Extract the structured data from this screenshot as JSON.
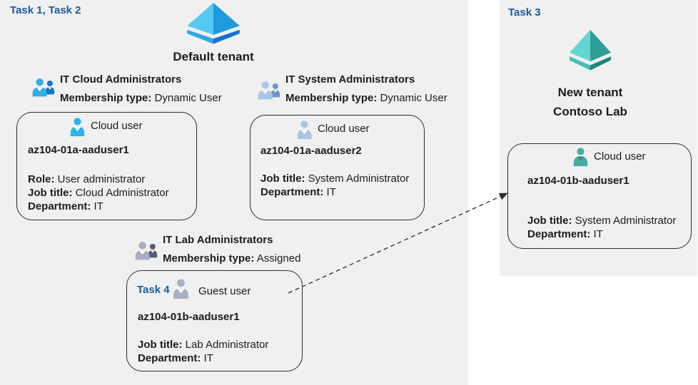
{
  "colors": {
    "task_label_blue": "#1a5b9c",
    "text": "#1c1c1c",
    "panel_bg": "#f0f0f0",
    "outline": "#2b2b2b",
    "tenant_blue_left": "#54c9f2",
    "tenant_blue_right": "#1f9add",
    "tenant_blue_base_left": "#2fa7e6",
    "tenant_blue_base_right": "#1273cf",
    "tenant_teal_left": "#63d7cf",
    "tenant_teal_right": "#2f9e96",
    "tenant_teal_base_left": "#45bfb5",
    "tenant_teal_base_right": "#1f857c",
    "user_cloud_blue": "#29b5e8",
    "user_steel_blue": "#a9c6e8",
    "user_guest_gray": "#a9aec4",
    "user_teal": "#4aaaa4",
    "user_teal_collar": "#368f89",
    "collar_white": "#ffffff",
    "group_cloud_main": "#35ace2",
    "group_cloud_small": "#1874c6",
    "group_system_main": "#a9c6e8",
    "group_system_small": "#6a94cd",
    "group_lab_main": "#a7abc3",
    "group_lab_small": "#565b77"
  },
  "icons": {
    "tenant": "azure-ad-pyramid",
    "user": "person-silhouette",
    "group": "two-person-group"
  },
  "left_panel": {
    "task_label": "Task 1, Task 2",
    "tenant_name": "Default tenant",
    "groups": [
      {
        "name": "IT Cloud Administrators",
        "membership_label": "Membership type:",
        "membership_value": " Dynamic User"
      },
      {
        "name": "IT System Administrators",
        "membership_label": "Membership type:",
        "membership_value": " Dynamic User"
      },
      {
        "name": "IT Lab Administrators",
        "membership_label": "Membership type:",
        "membership_value": " Assigned"
      }
    ],
    "cards": [
      {
        "user_type": "Cloud user",
        "name": "az104-01a-aaduser1",
        "fields": [
          {
            "label": "Role:",
            "value": " User administrator"
          },
          {
            "label": "Job title:",
            "value": " Cloud Administrator"
          },
          {
            "label": "Department:",
            "value": " IT"
          }
        ]
      },
      {
        "user_type": "Cloud user",
        "name": "az104-01a-aaduser2",
        "fields": [
          {
            "label": "Job title:",
            "value": " System Administrator"
          },
          {
            "label": "Department:",
            "value": " IT"
          }
        ]
      },
      {
        "task_label": "Task 4",
        "user_type": "Guest user",
        "name": "az104-01b-aaduser1",
        "fields": [
          {
            "label": "Job title:",
            "value": " Lab Administrator"
          },
          {
            "label": "Department:",
            "value": " IT"
          }
        ]
      }
    ]
  },
  "right_panel": {
    "task_label": "Task 3",
    "tenant_name_line1": "New tenant",
    "tenant_name_line2": "Contoso Lab",
    "card": {
      "user_type": "Cloud user",
      "name": "az104-01b-aaduser1",
      "fields": [
        {
          "label": "Job title:",
          "value": " System Administrator"
        },
        {
          "label": "Department:",
          "value": " IT"
        }
      ]
    }
  }
}
